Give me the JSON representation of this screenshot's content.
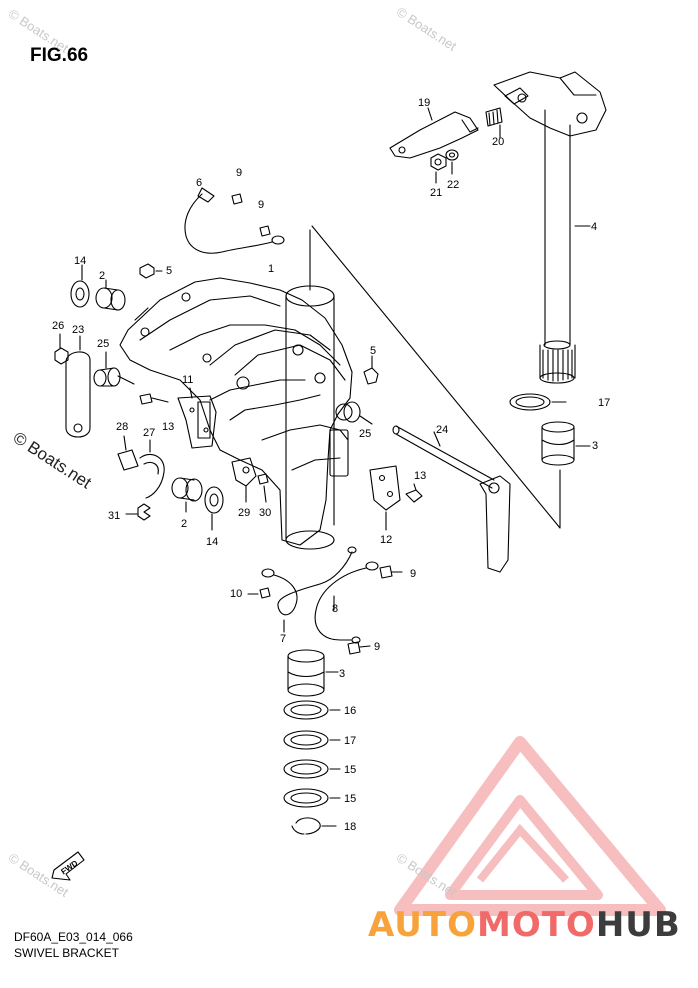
{
  "figure": {
    "title": "FIG.66",
    "code": "DF60A_E03_014_066",
    "caption": "SWIVEL BRACKET"
  },
  "watermarks": {
    "small": "© Boats.net",
    "large": "© Boats.net"
  },
  "brand": {
    "part1": "AUTO",
    "part2": "MOTO",
    "part3": "HUB",
    "colors": {
      "auto": "#f7a23a",
      "moto": "#f06a6a",
      "hub": "#3c3c3c",
      "logo": "#f29a9a"
    }
  },
  "fwd_label": "FWD",
  "callouts": [
    "1",
    "2",
    "2",
    "3",
    "3",
    "4",
    "5",
    "5",
    "6",
    "7",
    "8",
    "9",
    "9",
    "9",
    "9",
    "10",
    "11",
    "12",
    "13",
    "13",
    "14",
    "14",
    "15",
    "15",
    "16",
    "17",
    "17",
    "18",
    "19",
    "20",
    "21",
    "22",
    "23",
    "24",
    "25",
    "25",
    "26",
    "27",
    "28",
    "29",
    "30",
    "31"
  ]
}
